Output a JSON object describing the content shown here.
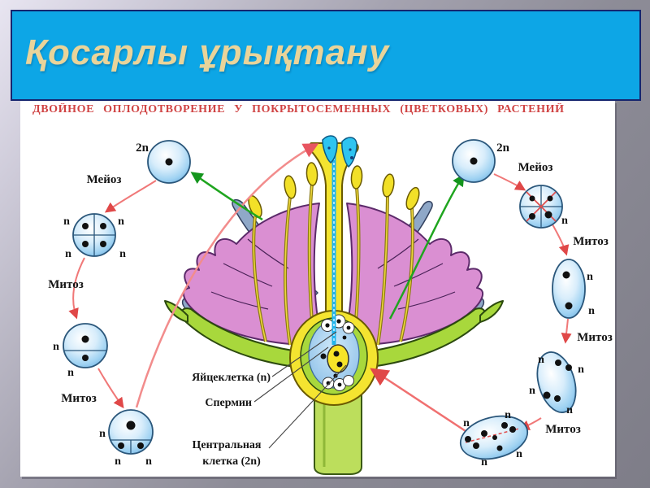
{
  "slide": {
    "title": "Қосарлы ұрықтану"
  },
  "diagram": {
    "heading": "ДВОЙНОЕ ОПЛОДОТВОРЕНИЕ У ПОКРЫТОСЕМЕННЫХ (ЦВЕТКОВЫХ) РАСТЕНИЙ",
    "process_labels": {
      "meiosis": "Мейоз",
      "mitosis": "Митоз"
    },
    "ploidy": {
      "diploid": "2n",
      "haploid": "n"
    },
    "cell_labels": {
      "egg_cell": "Яйцеклетка (n)",
      "sperm": "Спермии",
      "central_cell_line1": "Центральная",
      "central_cell_line2": "клетка (2n)"
    },
    "colors": {
      "title_bar": "#0da6e6",
      "title_text": "#e9d49a",
      "heading_text": "#d04444",
      "cell_blue": "#9fd2f2",
      "petal_pink": "#da8fd2",
      "sepal_blue": "#8fa8c8",
      "leaf_green": "#a8d83c",
      "pistil_yellow": "#f4e430",
      "stigma_cyan": "#2ec4f0",
      "arrow_red": "#e04848",
      "arrow_green": "#14951d"
    }
  }
}
